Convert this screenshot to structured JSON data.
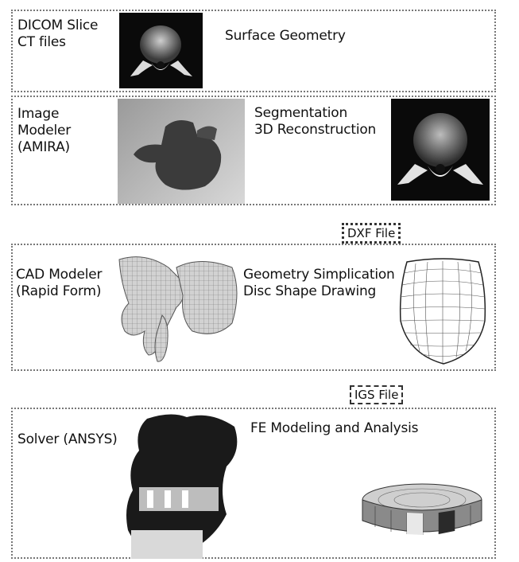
{
  "panels": [
    {
      "id": "panel-1",
      "left_text": "DICOM Slice\nCT files",
      "right_text": "Surface Geometry"
    },
    {
      "id": "panel-2",
      "left_text": "Image\nModeler\n(AMIRA)",
      "right_text": "Segmentation\n3D Reconstruction"
    },
    {
      "id": "panel-3",
      "left_text": "CAD Modeler\n(Rapid Form)",
      "right_text": "Geometry Simplication\nDisc Shape Drawing"
    },
    {
      "id": "panel-4",
      "left_text": "Solver (ANSYS)",
      "right_text": "FE Modeling and Analysis"
    }
  ],
  "connectors": [
    {
      "label": "DXF File"
    },
    {
      "label": "IGS File"
    }
  ],
  "images": [
    "ct-slice-image",
    "amira-vertebra-render",
    "segmented-ct-image",
    "cad-vertebra-mesh",
    "disc-shape-drawing",
    "fe-spine-model",
    "fe-disc-model"
  ]
}
